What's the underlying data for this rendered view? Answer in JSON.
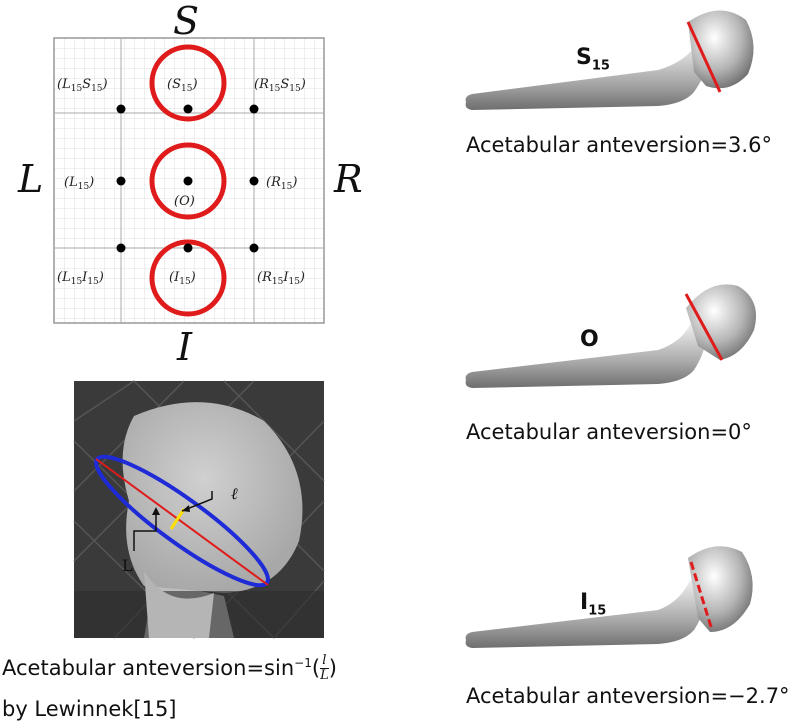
{
  "directions": {
    "top": "S",
    "left": "L",
    "right": "R",
    "bottom": "I"
  },
  "grid_points": [
    {
      "base": "L",
      "sub": "15",
      "base2": "S",
      "sub2": "15"
    },
    {
      "base": "S",
      "sub": "15"
    },
    {
      "base": "R",
      "sub": "15",
      "base2": "S",
      "sub2": "15"
    },
    {
      "base": "L",
      "sub": "15"
    },
    {
      "base": "O",
      "sub": ""
    },
    {
      "base": "R",
      "sub": "15"
    },
    {
      "base": "L",
      "sub": "15",
      "base2": "I",
      "sub2": "15"
    },
    {
      "base": "I",
      "sub": "15"
    },
    {
      "base": "R",
      "sub": "15",
      "base2": "I",
      "sub2": "15"
    }
  ],
  "xray": {
    "label_small": "ℓ",
    "label_large": "L"
  },
  "lewinnek": {
    "line1_prefix": "Acetabular anteversion=sin",
    "exp": "−1",
    "paren_open": "(",
    "frac_num": "l",
    "frac_den": "L",
    "paren_close": ")",
    "line2": "by Lewinnek[15]"
  },
  "panels": [
    {
      "label": "S",
      "sub": "15",
      "caption": "Acetabular anteversion=3.6°"
    },
    {
      "label": "O",
      "sub": "",
      "caption": "Acetabular anteversion=0°"
    },
    {
      "label": "I",
      "sub": "15",
      "caption": "Acetabular anteversion=−2.7°"
    }
  ],
  "colors": {
    "circle": "#e01b1b",
    "ellipse": "#1f2bd6",
    "axis": "#e01b1b",
    "minor": "#ffe000",
    "grid": "#cfcfcf",
    "dot": "#000000"
  }
}
